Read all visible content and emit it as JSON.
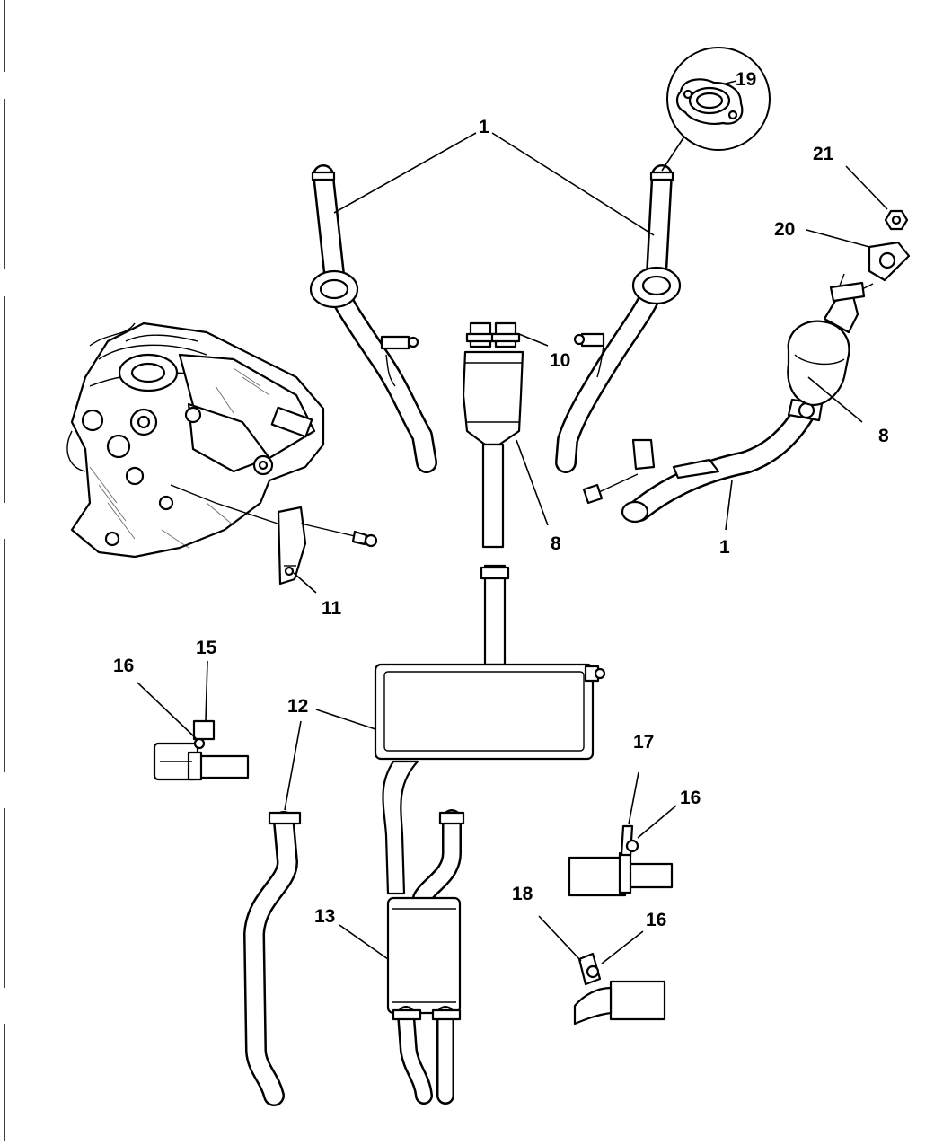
{
  "callouts": {
    "c1_top": "1",
    "c1_right": "1",
    "c8_mid": "8",
    "c8_right": "8",
    "c10": "10",
    "c11": "11",
    "c12": "12",
    "c13": "13",
    "c15": "15",
    "c16_left": "16",
    "c16_mid": "16",
    "c16_low": "16",
    "c17": "17",
    "c18": "18",
    "c19": "19",
    "c20": "20",
    "c21": "21"
  }
}
